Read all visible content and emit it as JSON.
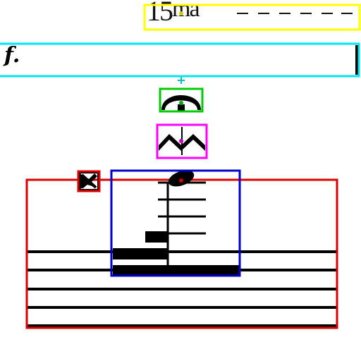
{
  "ottava": {
    "number": "15",
    "suffix": "ma",
    "dashes": "– – – – – –"
  },
  "dynamic": {
    "mark": "f."
  },
  "colors": {
    "ottava_box": "#ffff00",
    "dynamic_box": "#00e5ee",
    "fermata_box": "#00cc00",
    "ornament_box": "#ff00ff",
    "accidental_box": "#dd0000",
    "chord_box": "#0000cc",
    "staff_box": "#dd0000",
    "ink": "#000000"
  },
  "icons": {
    "fermata": "fermata-icon",
    "mordent": "mordent-icon",
    "accidental": "double-sharp-icon",
    "notehead": "notehead-icon"
  }
}
